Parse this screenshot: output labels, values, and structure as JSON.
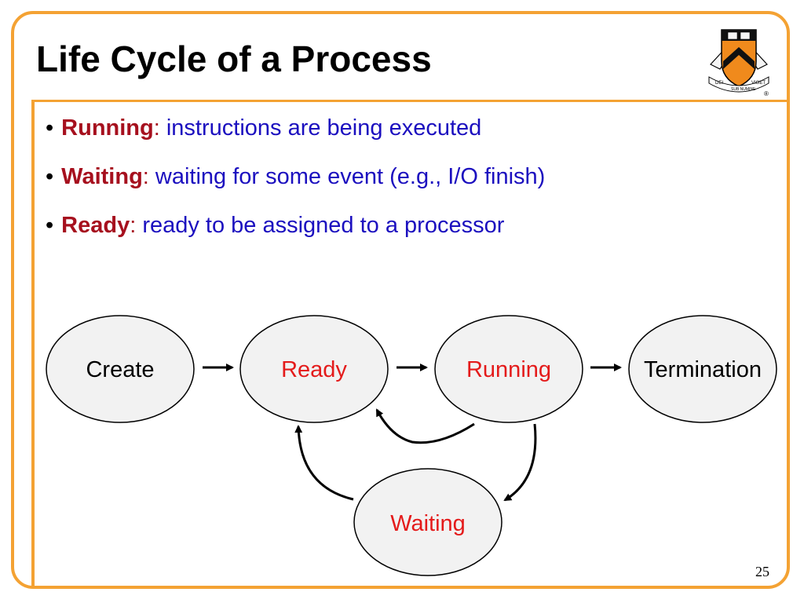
{
  "slide": {
    "title": "Life Cycle of a Process",
    "page_number": "25",
    "accent_color": "#f4a233"
  },
  "bullets": [
    {
      "term": "Running",
      "colon": ":",
      "desc": " instructions are being executed"
    },
    {
      "term": "Waiting",
      "colon": ":",
      "desc": " waiting for some event (e.g., I/O finish)"
    },
    {
      "term": "Ready",
      "colon": ":",
      "desc": " ready to be assigned to a processor"
    }
  ],
  "diagram": {
    "nodes": {
      "create": "Create",
      "ready": "Ready",
      "running": "Running",
      "termination": "Termination",
      "waiting": "Waiting"
    },
    "label_colors": {
      "highlight": "#e41b1b",
      "plain": "#000000"
    },
    "edges": [
      [
        "Create",
        "Ready"
      ],
      [
        "Ready",
        "Running"
      ],
      [
        "Running",
        "Termination"
      ],
      [
        "Running",
        "Ready"
      ],
      [
        "Running",
        "Waiting"
      ],
      [
        "Waiting",
        "Ready"
      ]
    ]
  },
  "logo": {
    "icon": "princeton-shield-icon",
    "motto_left": "DEI",
    "motto_center": "SUB NUMINE",
    "motto_right": "VIGET",
    "mark": "®"
  }
}
